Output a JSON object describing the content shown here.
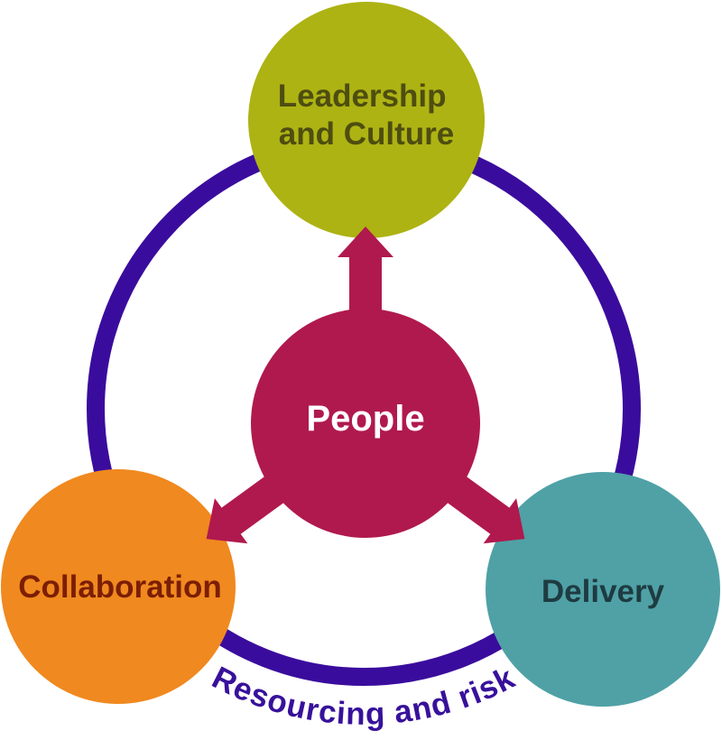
{
  "diagram": {
    "background": "#ffffff",
    "center": {
      "label": "People",
      "color": "#B0194E",
      "text_color": "#FFFFFF"
    },
    "arrow_color": "#B0194E",
    "ring": {
      "label": "Resourcing and risk",
      "color": "#3A0C9D",
      "text_color": "#38119B"
    },
    "nodes": {
      "leadership": {
        "label_line1": "Leadership",
        "label_line2": "and Culture",
        "color": "#ADB313",
        "text_color": "#4E4D10"
      },
      "collaboration": {
        "label": "Collaboration",
        "color": "#F0891F",
        "text_color": "#7C1E04"
      },
      "delivery": {
        "label": "Delivery",
        "color": "#4FA1A6",
        "text_color": "#1E3B41"
      }
    }
  }
}
